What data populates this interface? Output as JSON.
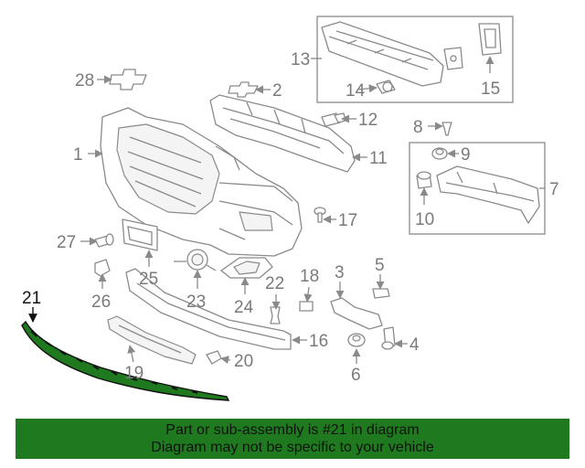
{
  "diagram": {
    "callouts": [
      {
        "id": "c1",
        "text": "1"
      },
      {
        "id": "c2",
        "text": "2"
      },
      {
        "id": "c3",
        "text": "3"
      },
      {
        "id": "c4",
        "text": "4"
      },
      {
        "id": "c5",
        "text": "5"
      },
      {
        "id": "c6",
        "text": "6"
      },
      {
        "id": "c7",
        "text": "7"
      },
      {
        "id": "c8",
        "text": "8"
      },
      {
        "id": "c9",
        "text": "9"
      },
      {
        "id": "c10",
        "text": "10"
      },
      {
        "id": "c11",
        "text": "11"
      },
      {
        "id": "c12",
        "text": "12"
      },
      {
        "id": "c13",
        "text": "13"
      },
      {
        "id": "c14",
        "text": "14"
      },
      {
        "id": "c15",
        "text": "15"
      },
      {
        "id": "c16",
        "text": "16"
      },
      {
        "id": "c17",
        "text": "17"
      },
      {
        "id": "c18",
        "text": "18"
      },
      {
        "id": "c19",
        "text": "19"
      },
      {
        "id": "c20",
        "text": "20"
      },
      {
        "id": "c21",
        "text": "21"
      },
      {
        "id": "c22",
        "text": "22"
      },
      {
        "id": "c23",
        "text": "23"
      },
      {
        "id": "c24",
        "text": "24"
      },
      {
        "id": "c25",
        "text": "25"
      },
      {
        "id": "c26",
        "text": "26"
      },
      {
        "id": "c27",
        "text": "27"
      },
      {
        "id": "c28",
        "text": "28"
      }
    ],
    "highlighted_part": "21",
    "highlight_color": "#1f7a1f"
  },
  "banner": {
    "line1": "Part or sub-assembly is #21 in diagram",
    "line2": "Diagram may not be specific to your vehicle",
    "background": "#1f7a1f"
  }
}
